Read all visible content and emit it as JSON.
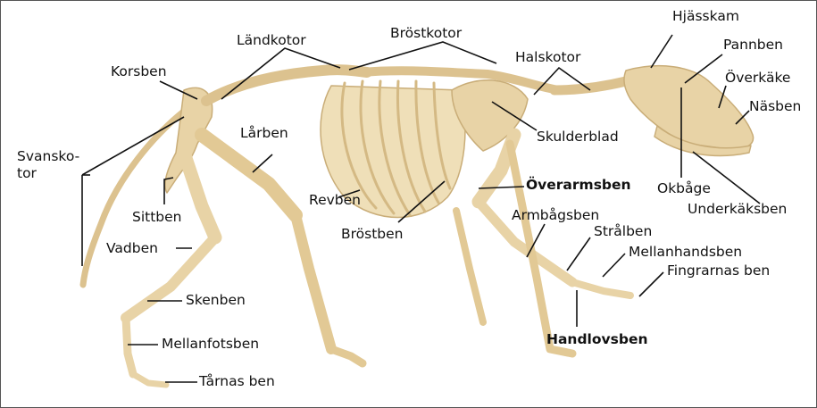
{
  "labels": {
    "korsben": "Korsben",
    "landkotor": "Ländkotor",
    "brostkotor": "Bröstkotor",
    "halskotor": "Halskotor",
    "hjasskam": "Hjässkam",
    "pannben": "Pannben",
    "overkake": "Överkäke",
    "nasben": "Näsben",
    "svanskotor_line1": "Svansko-",
    "svanskotor_line2": "tor",
    "larben": "Lårben",
    "skulderblad": "Skulderblad",
    "overarmsben": "Överarmsben",
    "okbage": "Okbåge",
    "underkaksben": "Underkäksben",
    "revben": "Revben",
    "sittben": "Sittben",
    "brostben": "Bröstben",
    "armbagsben": "Armbågsben",
    "stralben": "Strålben",
    "vadben": "Vadben",
    "mellanhandsben": "Mellanhandsben",
    "fingrarnas_ben": "Fingrarnas ben",
    "skenben": "Skenben",
    "handlovsben": "Handlovsben",
    "mellanfotsben": "Mellanfotsben",
    "tarnas_ben": "Tårnas ben"
  },
  "colors": {
    "bone": "#e8d3a6",
    "bone_shadow": "#c9ad78",
    "leader_line": "#111111",
    "border": "#555555"
  }
}
